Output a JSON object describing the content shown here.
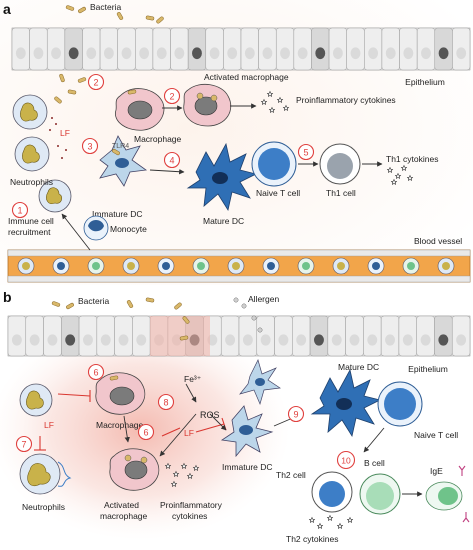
{
  "panel_a": {
    "letter": "a",
    "labels": {
      "bacteria": "Bacteria",
      "epithelium": "Epithelium",
      "activated_macrophage": "Activated macrophage",
      "proinflammatory_cytokines": "Proinflammatory cytokines",
      "macrophage": "Macrophage",
      "tlr4": "TLR4",
      "lf": "LF",
      "neutrophils": "Neutrophils",
      "th1_cytokines": "Th1 cytokines",
      "th1_cell": "Th1 cell",
      "naive_t_cell": "Naive T cell",
      "mature_dc": "Mature DC",
      "immature_dc": "Immature DC",
      "immune_cell_recruitment_1": "Immune cell",
      "immune_cell_recruitment_2": "recruitment",
      "monocyte": "Monocyte",
      "blood_vessel": "Blood vessel"
    },
    "steps": [
      "1",
      "2",
      "2",
      "3",
      "4",
      "5"
    ]
  },
  "panel_b": {
    "letter": "b",
    "labels": {
      "bacteria": "Bacteria",
      "allergen": "Allergen",
      "fe": "Fe³⁺",
      "ros": "ROS",
      "macrophage": "Macrophage",
      "activated_macrophage_1": "Activated",
      "activated_macrophage_2": "macrophage",
      "proinflammatory_cytokines_1": "Proinflammatory",
      "proinflammatory_cytokines_2": "cytokines",
      "neutrophils": "Neutrophils",
      "lf": "LF",
      "immature_dc": "Immature DC",
      "mature_dc": "Mature DC",
      "naive_t_cell": "Naive T cell",
      "epithelium": "Epithelium",
      "th2_cell": "Th2 cell",
      "b_cell": "B cell",
      "ige": "IgE",
      "th2_cytokines": "Th2 cytokines"
    },
    "steps": [
      "6",
      "6",
      "7",
      "8",
      "9",
      "10"
    ]
  },
  "colors": {
    "step_circle": "#e0413f",
    "lf_text": "#d9362f",
    "inhibit": "#d9362f",
    "epithelium_fill": "#ebebeb",
    "blood_vessel": "#f2a54a",
    "dc_fill": "#bcd6ea",
    "mature_dc_fill": "#2f6fb5",
    "t_cell_fill": "#3d7ec7",
    "b_cell_fill": "#a8ddb8",
    "macrophage_fill": "#f1c6cc",
    "neutrophil_fill": "#dfe9f5",
    "bacteria_fill": "#d9b86a",
    "inflammation_glow": "#f6c9c1"
  }
}
